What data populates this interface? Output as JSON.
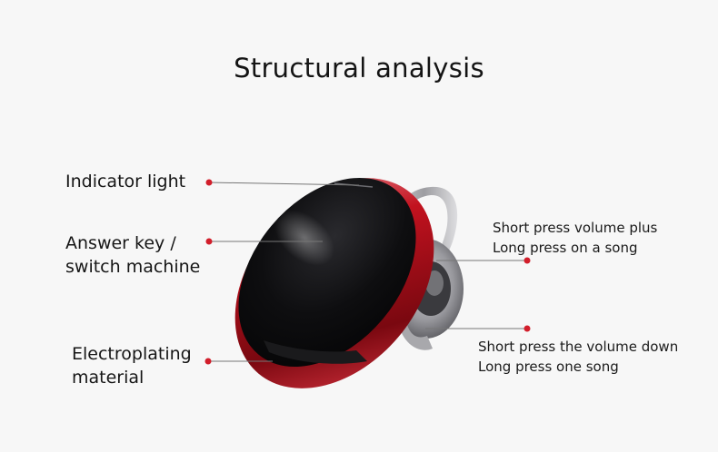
{
  "title": "Structural analysis",
  "callouts_left": [
    {
      "lines": [
        "Indicator light"
      ]
    },
    {
      "lines": [
        "Answer key /",
        "switch machine"
      ]
    },
    {
      "lines": [
        "Electroplating",
        "material"
      ]
    }
  ],
  "callouts_right": [
    {
      "lines": [
        "Short press volume plus",
        "Long press on a song"
      ]
    },
    {
      "lines": [
        "Short press the volume down",
        "Long press one song"
      ]
    }
  ],
  "colors": {
    "accent": "#d21e2b",
    "shell": "#0d0d0f",
    "leader_line": "#777777"
  }
}
